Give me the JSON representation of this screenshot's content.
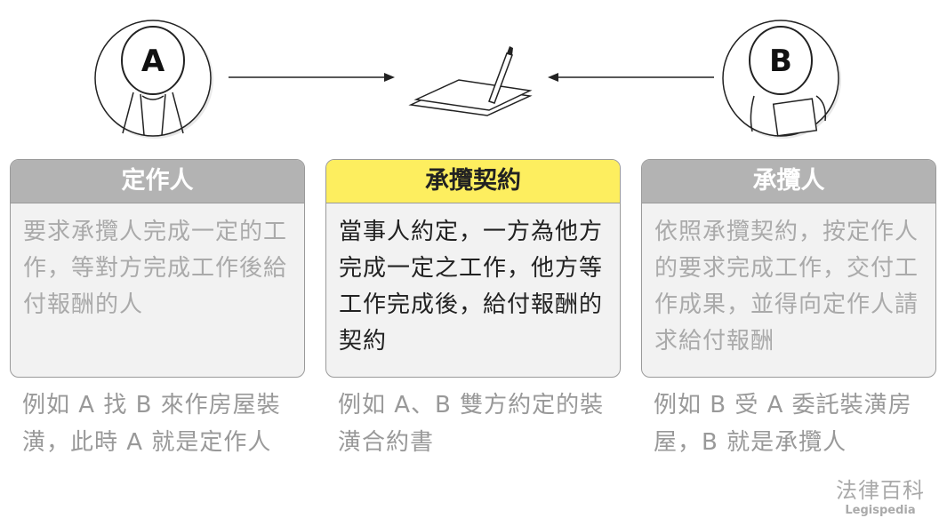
{
  "party_a": {
    "letter": "A",
    "title": "定作人",
    "description": "要求承攬人完成一定的工作，等對方完成工作後給付報酬的人",
    "example": "例如 A 找 B 來作房屋裝潢，此時 A 就是定作人"
  },
  "contract": {
    "title": "承攬契約",
    "description": "當事人約定，一方為他方完成一定之工作，他方等工作完成後，給付報酬的契約",
    "example": "例如 A、B 雙方約定的裝潢合約書"
  },
  "party_b": {
    "letter": "B",
    "title": "承攬人",
    "description": "依照承攬契約，按定作人的要求完成工作，交付工作成果，並得向定作人請求給付報酬",
    "example": "例如 B 受 A 委託裝潢房屋，B 就是承攬人"
  },
  "logo": {
    "name": "法律百科",
    "subtitle": "Legispedia"
  },
  "colors": {
    "header_gray": "#b3b3b3",
    "header_yellow": "#fdee5f"
  }
}
